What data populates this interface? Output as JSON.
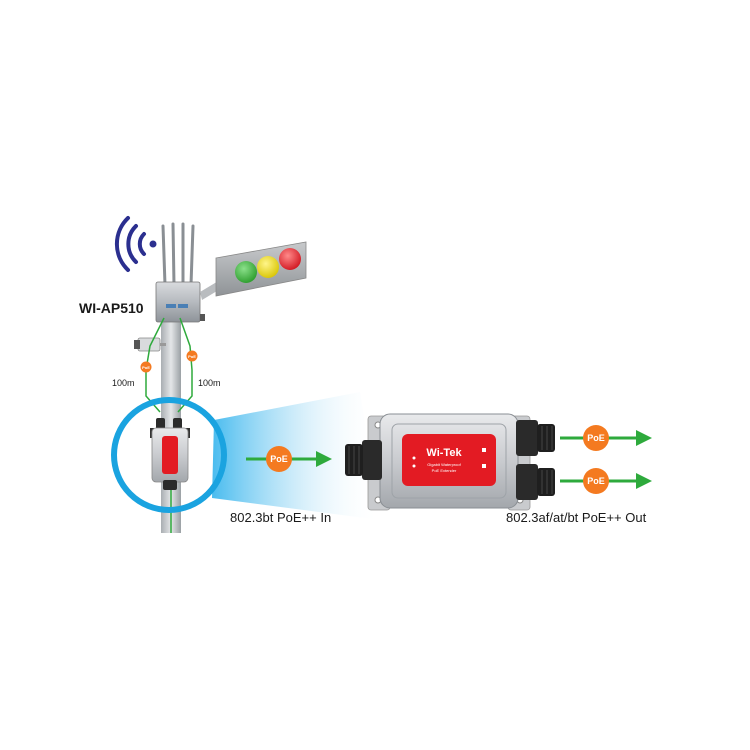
{
  "device": {
    "ap_label": "WI-AP510",
    "left_distance": "100m",
    "right_distance": "100m",
    "brand": "Wi-Tek",
    "product_line1": "Gigabit Waterproof",
    "product_line2": "PoE Extender"
  },
  "badges": {
    "poe": "PoE"
  },
  "captions": {
    "input": "802.3bt PoE++ In",
    "output": "802.3af/at/bt PoE++ Out"
  },
  "colors": {
    "arrow_green": "#2eaa3c",
    "badge_orange": "#f47a20",
    "circle_blue": "#1aa3e0",
    "light_green": "#3ab53a",
    "light_yellow": "#f2e629",
    "light_red": "#e8202a",
    "wifi_blue": "#2b2f8f"
  }
}
